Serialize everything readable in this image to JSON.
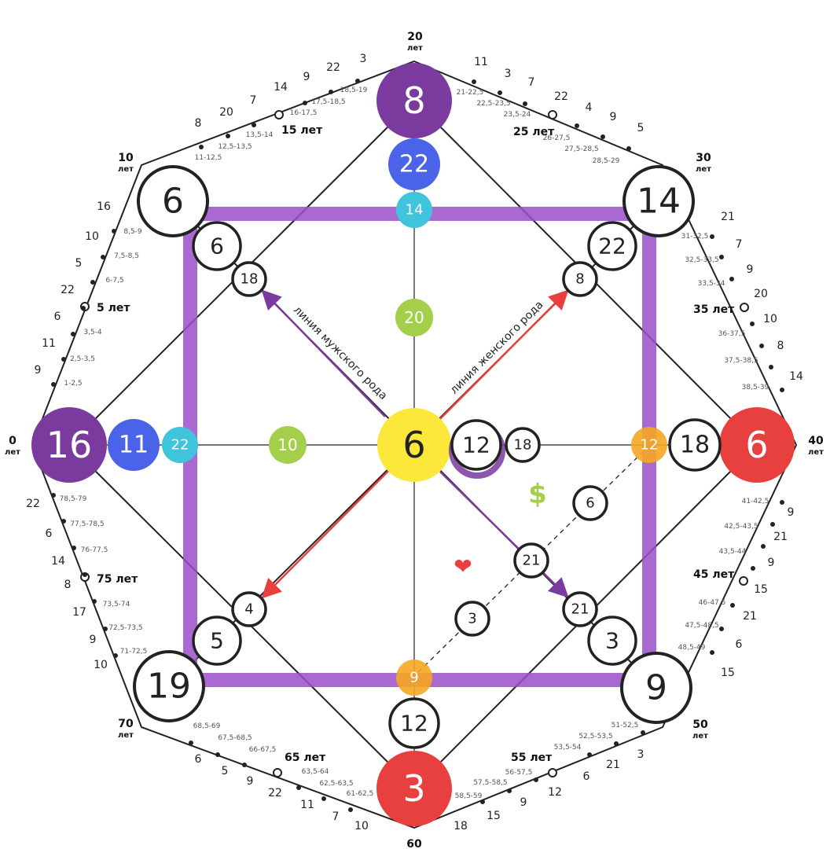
{
  "nodes": {
    "top": "8",
    "top2": "22",
    "top3": "14",
    "top_mid": "20",
    "left": "16",
    "left2": "11",
    "left3": "22",
    "left_mid": "10",
    "right": "6",
    "right2": "18",
    "right3": "12",
    "bottom": "3",
    "bottom2": "12",
    "bottom3": "9",
    "center": "6",
    "c12": "12",
    "c18": "18",
    "tl": "6",
    "tl2": "6",
    "tl3": "18",
    "tr": "14",
    "tr2": "22",
    "tr3": "8",
    "bl": "19",
    "bl2": "5",
    "bl3": "4",
    "br": "9",
    "br2": "3",
    "br3": "21",
    "dash_a": "6",
    "dash_b": "21",
    "dash_c": "3"
  },
  "lines": {
    "male": "линия мужского рода",
    "female": "линия женского рода"
  },
  "symbols": {
    "money": "$",
    "heart": "❤"
  },
  "colors": {
    "purple": "#7b3a9e",
    "blue": "#4a63e8",
    "cyan": "#3fc4dc",
    "green": "#a3cf4b",
    "yellow": "#fbe83a",
    "red": "#e8403f",
    "orange": "#f5a623",
    "frame": "#9b4ec9"
  },
  "ages": {
    "a0": "0",
    "a10": "10",
    "a20": "20",
    "a30": "30",
    "a40": "40",
    "a50": "50",
    "a60": "60",
    "a70": "70",
    "let": "лет",
    "m5": "5 лет",
    "m15": "15 лет",
    "m25": "25 лет",
    "m35": "35 лет",
    "m45": "45 лет",
    "m55": "55 лет",
    "m65": "65 лет",
    "m75": "75 лет"
  },
  "seg_left_up": {
    "nums": [
      "9",
      "11",
      "6",
      "22",
      "5",
      "10",
      "16"
    ],
    "ranges": [
      "1-2,5",
      "2,5-3,5",
      "3,5-4",
      "6-7,5",
      "7,5-8,5",
      "8,5-9"
    ]
  },
  "seg_topleft": {
    "nums": [
      "8",
      "20",
      "7",
      "14",
      "9",
      "22",
      "3"
    ],
    "ranges": [
      "11-12,5",
      "12,5-13,5",
      "13,5-14",
      "16-17,5",
      "17,5-18,5",
      "18,5-19"
    ]
  },
  "seg_topright": {
    "nums": [
      "11",
      "3",
      "7",
      "22",
      "4",
      "9",
      "5"
    ],
    "ranges": [
      "21-22,5",
      "22,5-23,5",
      "23,5-24",
      "26-27,5",
      "27,5-28,5",
      "28,5-29"
    ]
  },
  "seg_right_up": {
    "nums": [
      "21",
      "7",
      "9",
      "20",
      "10",
      "8",
      "14"
    ],
    "ranges": [
      "31-32,5",
      "32,5-33,5",
      "33,5-34",
      "36-37,5",
      "37,5-38,5",
      "38,5-39"
    ]
  },
  "seg_right_down": {
    "nums": [
      "9",
      "21",
      "9",
      "15",
      "21",
      "6",
      "15"
    ],
    "ranges": [
      "41-42,5",
      "42,5-43,5",
      "43,5-44",
      "46-47,5",
      "47,5-48,5",
      "48,5-49"
    ]
  },
  "seg_bottomright": {
    "nums": [
      "3",
      "21",
      "6",
      "12",
      "9",
      "15",
      "18"
    ],
    "ranges": [
      "51-52,5",
      "52,5-53,5",
      "53,5-54",
      "56-57,5",
      "57,5-58,5",
      "58,5-59"
    ]
  },
  "seg_bottomleft": {
    "nums": [
      "6",
      "5",
      "9",
      "22",
      "11",
      "7",
      "10"
    ],
    "ranges": [
      "68,5-69",
      "67,5-68,5",
      "66-67,5",
      "63,5-64",
      "62,5-63,5",
      "61-62,5"
    ]
  },
  "seg_left_down": {
    "nums": [
      "22",
      "6",
      "14",
      "8",
      "17",
      "9",
      "10"
    ],
    "ranges": [
      "78,5-79",
      "77,5-78,5",
      "76-77,5",
      "73,5-74",
      "72,5-73,5",
      "71-72,5"
    ]
  }
}
